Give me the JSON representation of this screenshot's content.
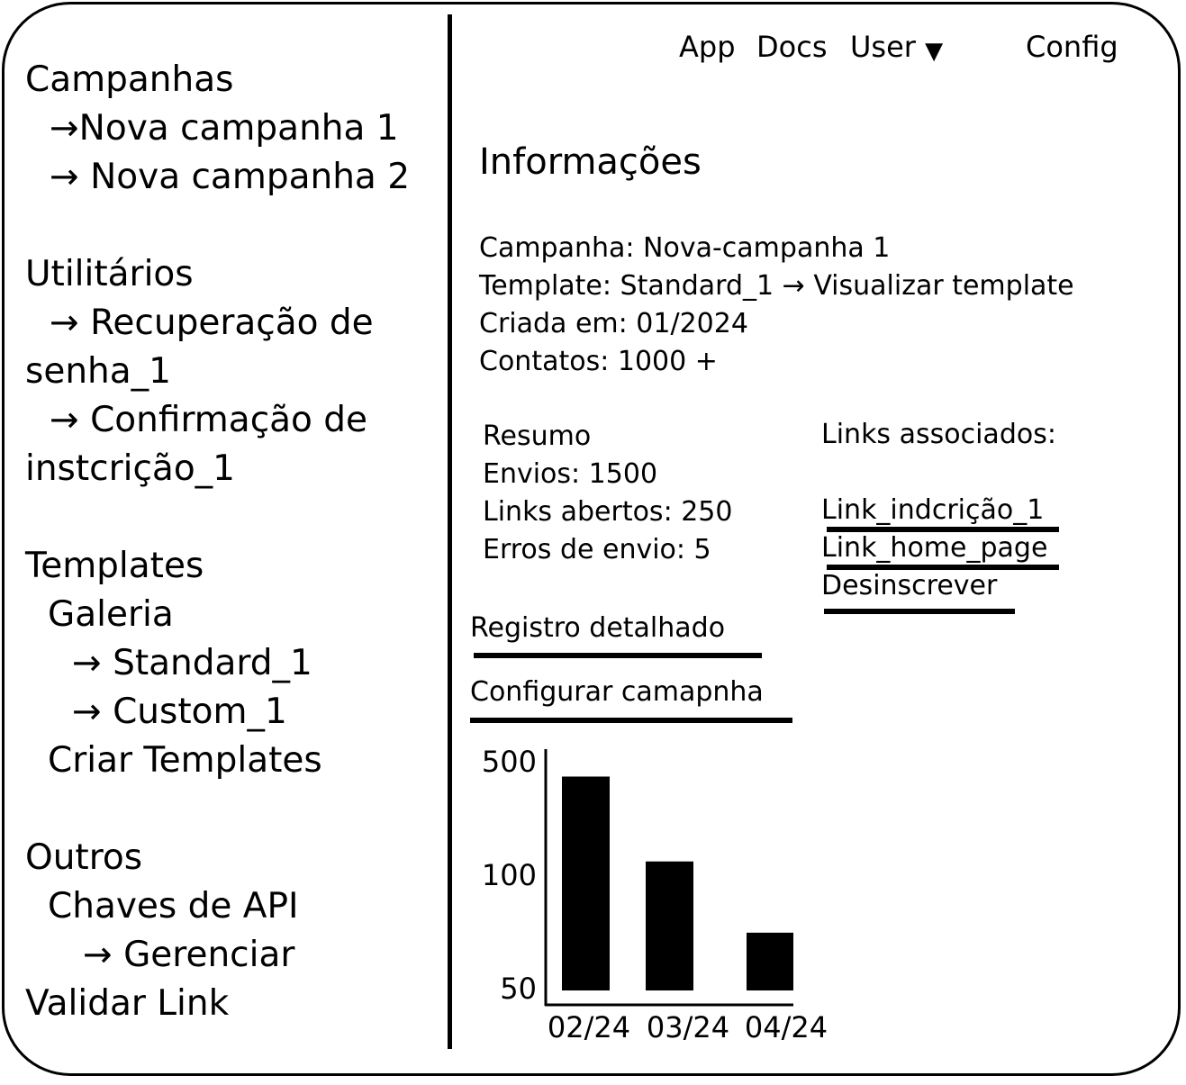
{
  "nav": {
    "app": "App",
    "docs": "Docs",
    "user": "User",
    "user_caret": "▼",
    "config": "Config"
  },
  "sidebar": {
    "campanhas": {
      "title": "Campanhas",
      "items": [
        "→Nova campanha 1",
        "→ Nova campanha 2"
      ]
    },
    "utilitarios": {
      "title": "Utilitários",
      "items": [
        {
          "line1": "→ Recuperação de",
          "line2": "senha_1"
        },
        {
          "line1": "→ Confirmação de",
          "line2": "instcrição_1"
        }
      ]
    },
    "templates": {
      "title": "Templates",
      "galeria": "Galeria",
      "items": [
        "→ Standard_1",
        "→ Custom_1"
      ],
      "criar": "Criar Templates"
    },
    "outros": {
      "title": "Outros",
      "chaves": "Chaves de API",
      "gerenciar": "→ Gerenciar"
    },
    "validar": "Validar Link"
  },
  "main": {
    "title": "Informações",
    "campanha": "Campanha: Nova-campanha 1",
    "template_label": "Template: Standard_1 → ",
    "template_link": "Visualizar template",
    "criada": "Criada em: 01/2024",
    "contatos": "Contatos: 1000 +",
    "resumo": {
      "title": "Resumo",
      "envios": "Envios: 1500",
      "links_abertos": "Links abertos: 250",
      "erros": "Erros de envio: 5"
    },
    "links": {
      "title": "Links associados:",
      "items": [
        "Link_indcrição_1",
        "Link_home_page",
        "Desinscrever"
      ]
    },
    "registro": "Registro detalhado",
    "configurar": "Configurar camapnha"
  },
  "chart_data": {
    "type": "bar",
    "categories": [
      "02/24",
      "03/24",
      "04/24"
    ],
    "values": [
      400,
      120,
      70
    ],
    "yticks": [
      "500",
      "100",
      "50"
    ]
  }
}
